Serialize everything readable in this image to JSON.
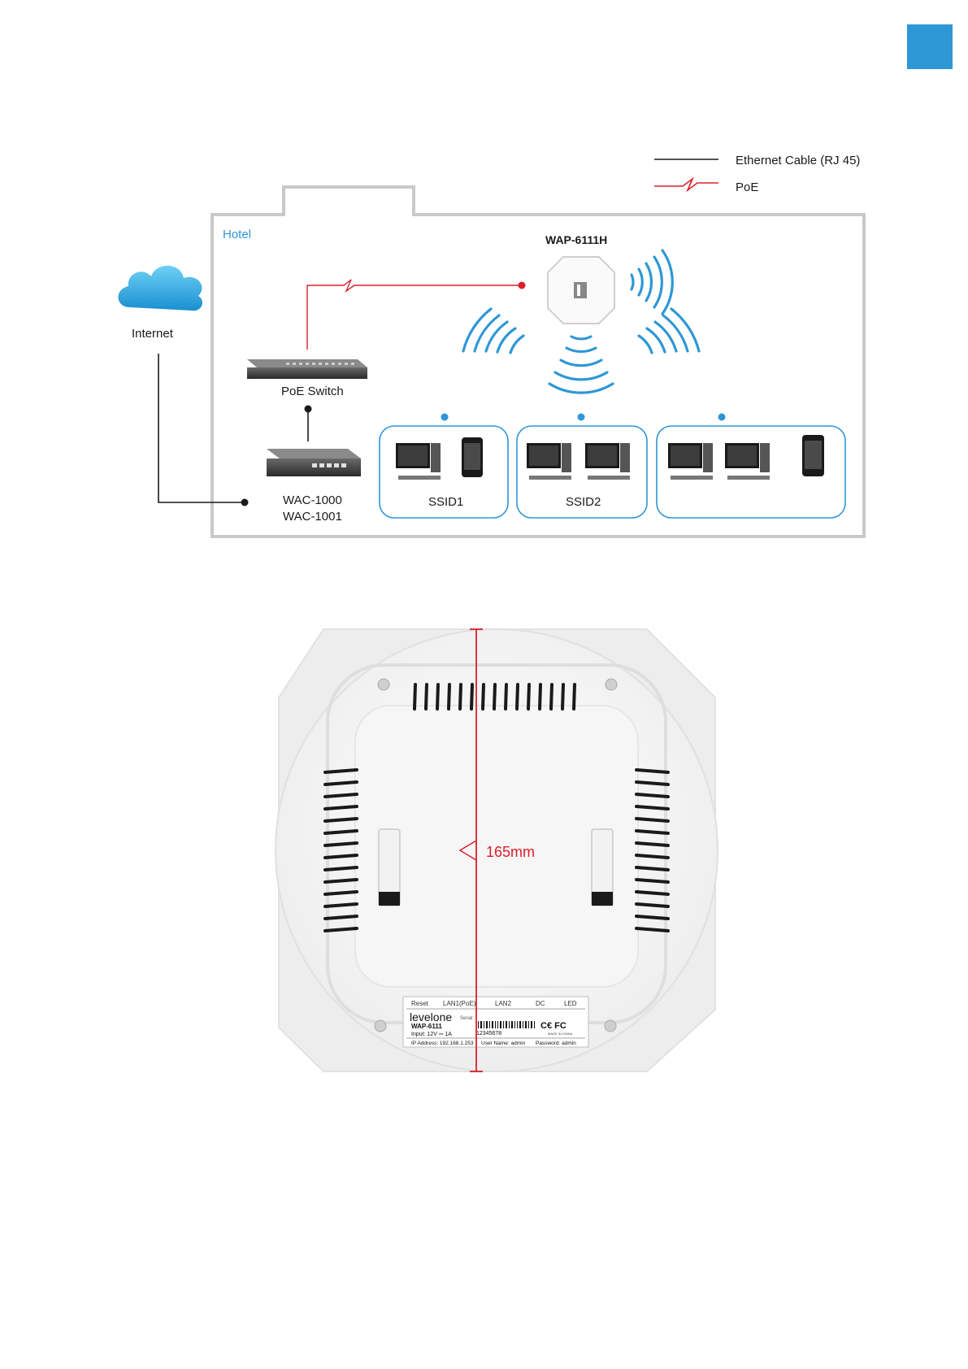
{
  "colors": {
    "accent": "#2e97d6",
    "poe": "#d9212a",
    "cable": "#1a1a1a",
    "wall": "#c9c9c9",
    "signal": "#2e97d6"
  },
  "legend": {
    "ethernet_label": "Ethernet Cable (RJ 45)",
    "poe_label": "PoE"
  },
  "diagram": {
    "area_label": "Hotel",
    "ap_label": "WAP-6111H",
    "cloud_label": "Internet",
    "switch_label": "PoE Switch",
    "controller_label_1": "WAC-1000",
    "controller_label_2": "WAC-1001",
    "groups": [
      {
        "label": "SSID1"
      },
      {
        "label": "SSID2"
      },
      {
        "label": ""
      }
    ]
  },
  "device": {
    "dimension_label": "165mm",
    "label_ports": [
      "Reset",
      "LAN1(PoE)",
      "LAN2",
      "DC",
      "LED"
    ],
    "brand": "levelone",
    "model": "WAP-6111",
    "serial_label": "Serial:",
    "serial": "12345678",
    "input": "Input: 12V ⎓ 1A",
    "ip": "IP Address: 192.168.1.253",
    "username": "User Name: admin",
    "password": "Password: admin",
    "made_in": "MADE IN CHINA"
  }
}
